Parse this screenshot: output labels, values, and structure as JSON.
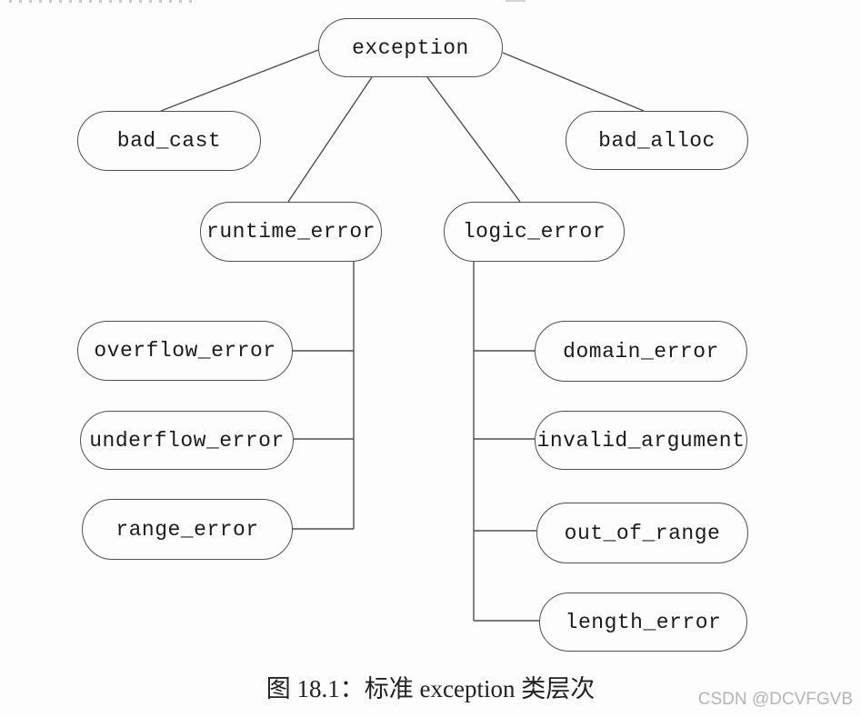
{
  "nodes": {
    "exception": {
      "label": "exception"
    },
    "bad_cast": {
      "label": "bad_cast"
    },
    "bad_alloc": {
      "label": "bad_alloc"
    },
    "runtime_error": {
      "label": "runtime_error"
    },
    "logic_error": {
      "label": "logic_error"
    },
    "overflow_error": {
      "label": "overflow_error"
    },
    "underflow_error": {
      "label": "underflow_error"
    },
    "range_error": {
      "label": "range_error"
    },
    "domain_error": {
      "label": "domain_error"
    },
    "invalid_argument": {
      "label": "invalid_argument"
    },
    "out_of_range": {
      "label": "out_of_range"
    },
    "length_error": {
      "label": "length_error"
    }
  },
  "hierarchy": {
    "exception": [
      "bad_cast",
      "runtime_error",
      "logic_error",
      "bad_alloc"
    ],
    "runtime_error": [
      "overflow_error",
      "underflow_error",
      "range_error"
    ],
    "logic_error": [
      "domain_error",
      "invalid_argument",
      "out_of_range",
      "length_error"
    ]
  },
  "caption": "图 18.1：标准 exception 类层次",
  "watermark": "CSDN @DCVFGVB",
  "colors": {
    "line": "#4f4f4f",
    "node_text": "#1b1b1b",
    "caption_text": "#222222",
    "watermark_text": "#b5b5b5",
    "background": "#fdfdfd"
  }
}
